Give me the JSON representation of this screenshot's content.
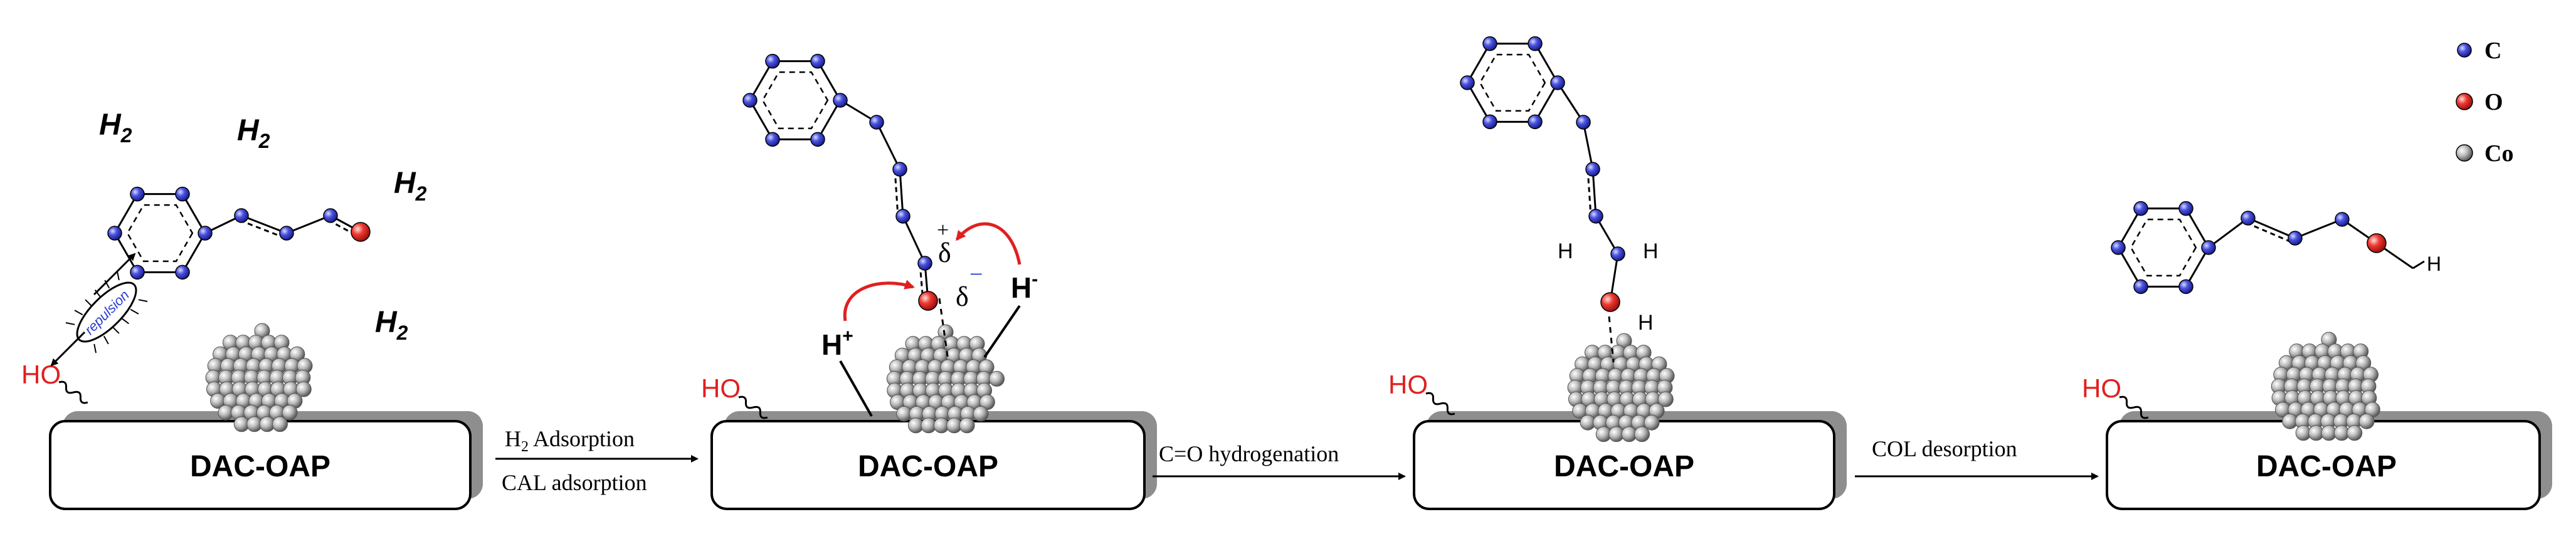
{
  "legend": [
    {
      "symbol": "C",
      "color": "#3a3fd0"
    },
    {
      "symbol": "O",
      "color": "#e8322d"
    },
    {
      "symbol": "Co",
      "color": "#9a9a9a"
    }
  ],
  "support_label": "DAC-OAP",
  "ho_label": "HO",
  "h2_label": "H",
  "h2_sub": "2",
  "repulsion_label": "repulsion",
  "hplus_label": "H",
  "hplus_sup": "+",
  "hminus_label": "H",
  "hminus_sup": "-",
  "delta_plus": "δ",
  "delta_plus_sign": "+",
  "delta_minus": "δ",
  "delta_minus_sign": "−",
  "h_atom": "H",
  "arrows": [
    {
      "top_pre": "H",
      "top_sub": "2",
      "top_post": " Adsorption",
      "bottom": "CAL adsorption"
    },
    {
      "top": "C=O hydrogenation"
    },
    {
      "top": "COL desorption"
    }
  ],
  "colors": {
    "carbon": "#3a3fd0",
    "oxygen": "#e8322d",
    "cobalt": "#9a9a9a",
    "red_arrow": "#e02020"
  }
}
